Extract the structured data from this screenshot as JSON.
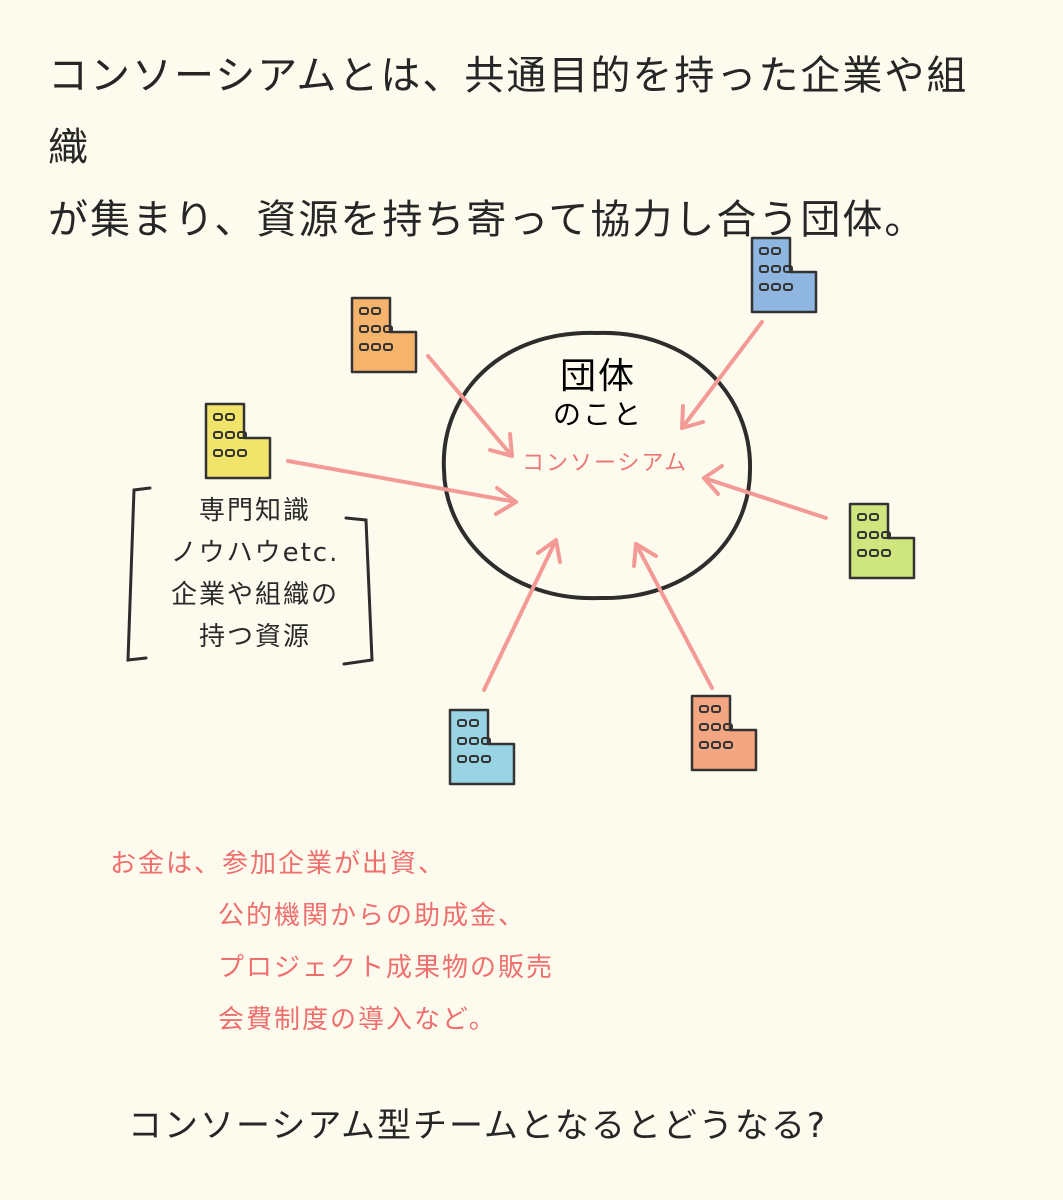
{
  "title": {
    "line1": "コンソーシアムとは、共通目的を持った企業や組織",
    "line2": "が集まり、資源を持ち寄って協力し合う団体。"
  },
  "circle": {
    "main": "団体",
    "sub": "のこと",
    "pink": "コンソーシアム"
  },
  "resources": {
    "line1": "専門知識",
    "line2": "ノウハウetc.",
    "line3": "企業や組織の",
    "line4": "持つ資源"
  },
  "funding": {
    "line1": "お金は、参加企業が出資、",
    "line2": "公的機関からの助成金、",
    "line3": "プロジェクト成果物の販売",
    "line4": "会費制度の導入など。"
  },
  "question": "コンソーシアム型チームとなるとどうなる?",
  "colors": {
    "arrow": "#f49a96",
    "pink_text": "#ef6f6f",
    "building_orange": "#f5b36b",
    "building_blue": "#8fb6e0",
    "building_yellow": "#f0e56a",
    "building_green": "#cfe57e",
    "building_cyan": "#9ad3e3",
    "building_salmon": "#f3a681"
  },
  "icons": [
    "building-icon"
  ]
}
